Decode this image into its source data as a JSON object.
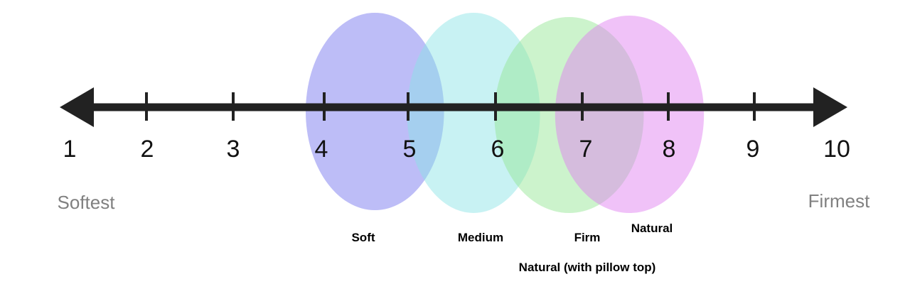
{
  "scale": {
    "ticks": [
      "1",
      "2",
      "3",
      "4",
      "5",
      "6",
      "7",
      "8",
      "9",
      "10"
    ],
    "left_label": "Softest",
    "right_label": "Firmest"
  },
  "colors": {
    "axis": "#222222",
    "soft": "#7c7cf0",
    "medium": "#8be3e6",
    "firm": "#94e694",
    "natural": "#e07ff0",
    "end_label": "#808080"
  },
  "ranges": [
    {
      "id": "soft",
      "label": "Soft",
      "from": 4,
      "to": 5.2
    },
    {
      "id": "medium",
      "label": "Medium",
      "from": 5.2,
      "to": 6.3
    },
    {
      "id": "firm",
      "label": "Firm",
      "from": 6.2,
      "to": 7.5
    },
    {
      "id": "natural",
      "label": "Natural",
      "from": 6.9,
      "to": 8.2
    }
  ],
  "notes": {
    "firm_natural_overlap": "Natural (with pillow top)"
  }
}
